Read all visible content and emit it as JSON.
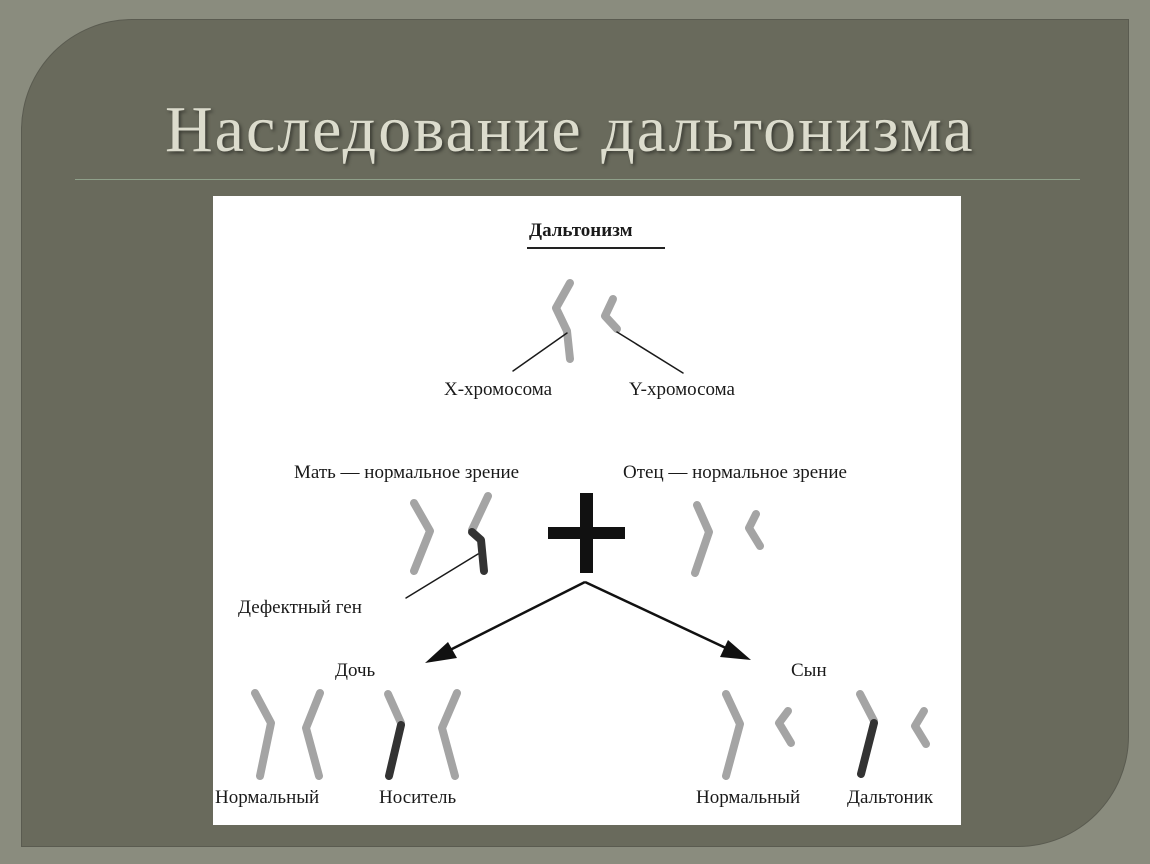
{
  "title": "Наследование дальтонизма",
  "diagram": {
    "heading": "Дальтонизм",
    "x_chromosome": "X-хромосома",
    "y_chromosome": "Y-хромосома",
    "mother": "Мать — нормальное зрение",
    "father": "Отец — нормальное зрение",
    "defective_gene": "Дефектный ген",
    "daughter": "Дочь",
    "son": "Сын",
    "normal_daughter": "Нормальный",
    "carrier": "Носитель",
    "normal_son": "Нормальный",
    "colorblind": "Дальтоник",
    "colors": {
      "normal_chromosome": "#a4a4a4",
      "defective": "#333333"
    }
  }
}
